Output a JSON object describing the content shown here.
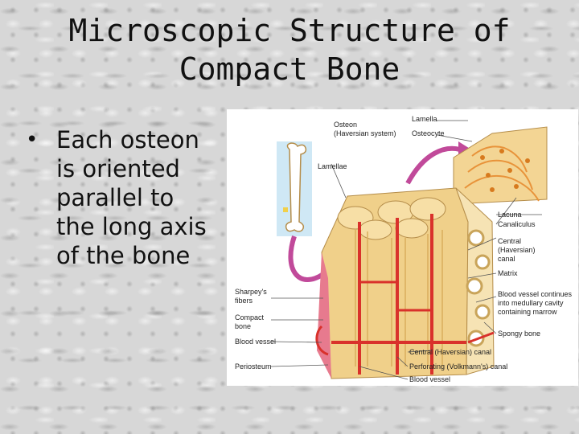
{
  "slide": {
    "title_line1": "Microscopic Structure of",
    "title_line2": "Compact Bone",
    "bullet": "Each osteon\nis oriented\nparallel to\nthe long axis\nof the bone"
  },
  "figure": {
    "labels": {
      "lamella": "Lamella",
      "osteon": "Osteon",
      "haversian_system": "(Haversian system)",
      "osteocyte": "Osteocyte",
      "lamellae": "Lamellae",
      "lacuna": "Lacuna",
      "canaliculus": "Canaliculus",
      "central_canal_1": "Central",
      "central_canal_2": "(Haversian)",
      "central_canal_3": "canal",
      "matrix": "Matrix",
      "sharpeys_1": "Sharpey's",
      "sharpeys_2": "fibers",
      "compact_1": "Compact",
      "compact_2": "bone",
      "blood_vessel_left": "Blood vessel",
      "periosteum": "Periosteum",
      "bv_continues_1": "Blood vessel continues",
      "bv_continues_2": "into medullary cavity",
      "bv_continues_3": "containing marrow",
      "spongy_bone": "Spongy bone",
      "central_canal_bottom": "Central (Haversian) canal",
      "perforating_canal": "Perforating (Volkmann's) canal",
      "blood_vessel_bottom": "Blood vessel"
    },
    "colors": {
      "bone": "#f0d08a",
      "bone_dark": "#d9ae5c",
      "vessel": "#d9312b",
      "periosteum": "#e77a8e",
      "arrow": "#c14a9a"
    }
  }
}
